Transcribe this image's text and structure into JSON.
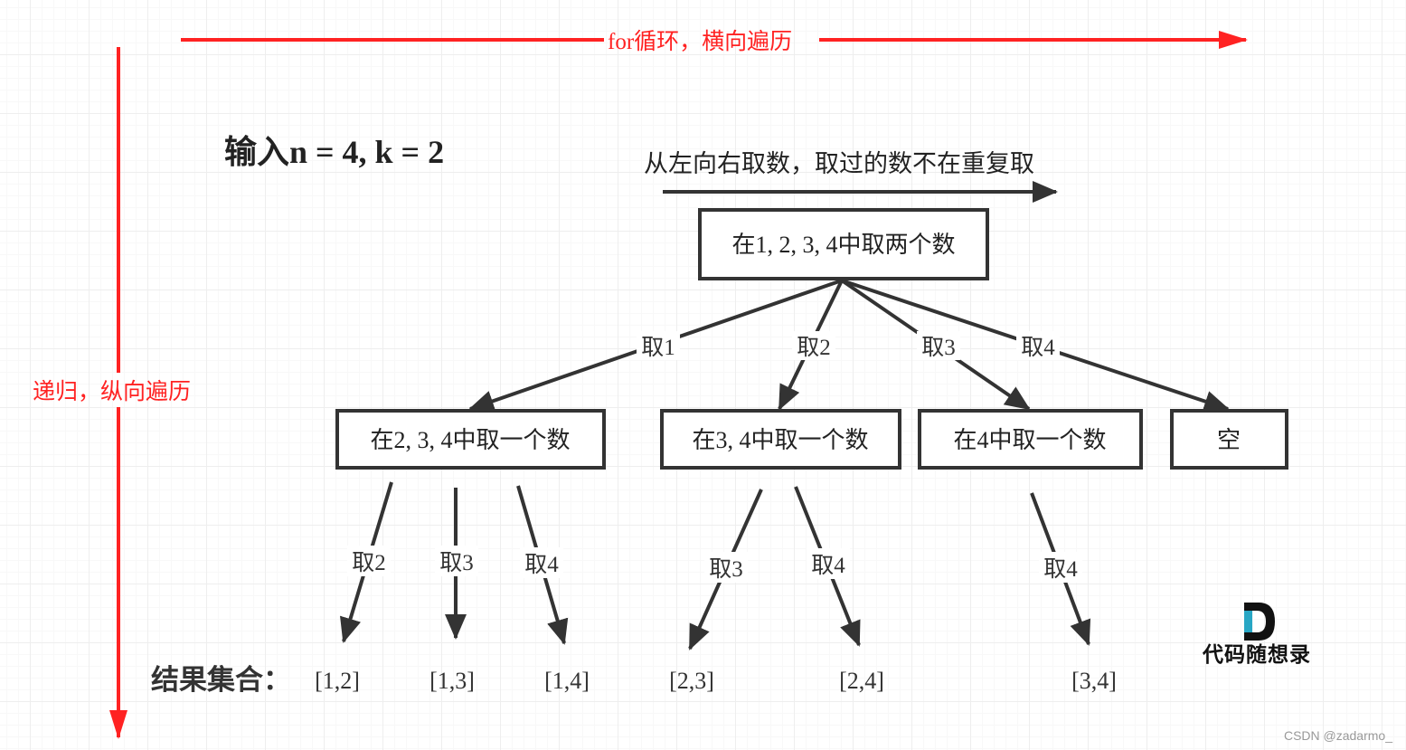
{
  "horizontal_axis": {
    "label": "for循环，横向遍历",
    "color": "#ff2222"
  },
  "vertical_axis": {
    "label": "递归，纵向遍历",
    "color": "#ff2222"
  },
  "input": {
    "text": "输入n = 4, k = 2"
  },
  "direction_note": {
    "text": "从左向右取数，取过的数不在重复取"
  },
  "root": {
    "label": "在1, 2, 3, 4中取两个数"
  },
  "level1_edges": [
    "取1",
    "取2",
    "取3",
    "取4"
  ],
  "level1_nodes": [
    "在2, 3, 4中取一个数",
    "在3, 4中取一个数",
    "在4中取一个数",
    "空"
  ],
  "level2_edges": [
    "取2",
    "取3",
    "取4",
    "取3",
    "取4",
    "取4"
  ],
  "results": {
    "title": "结果集合：",
    "items": [
      "[1,2]",
      "[1,3]",
      "[1,4]",
      "[2,3]",
      "[2,4]",
      "[3,4]"
    ]
  },
  "logo": {
    "letter": "D",
    "text": "代码随想录"
  },
  "watermark": {
    "text": "CSDN @zadarmo_"
  }
}
